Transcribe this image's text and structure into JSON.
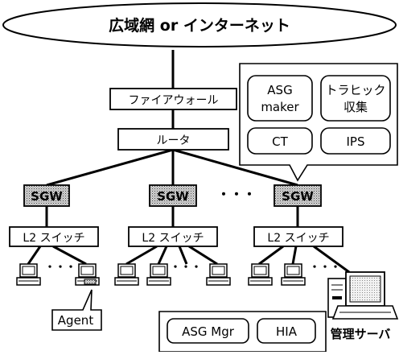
{
  "network": {
    "cloud_label": "広域網 or インターネット",
    "firewall_label": "ファイアウォール",
    "router_label": "ルータ",
    "sgw_labels": [
      "SGW",
      "SGW",
      "SGW"
    ],
    "sgw_ellipsis": "・・・",
    "switch_labels": [
      "L2 スイッチ",
      "L2 スイッチ",
      "L2 スイッチ"
    ],
    "pc_ellipsis": "・・・"
  },
  "callout_top": {
    "items": [
      {
        "line1": "ASG",
        "line2": "maker"
      },
      {
        "line1": "トラヒック",
        "line2": "収集"
      },
      {
        "line1": "CT",
        "line2": ""
      },
      {
        "line1": "IPS",
        "line2": ""
      }
    ]
  },
  "agent_label": "Agent",
  "callout_bottom": {
    "items": [
      "ASG Mgr",
      "HIA"
    ]
  },
  "server_label": "管理サーバ"
}
